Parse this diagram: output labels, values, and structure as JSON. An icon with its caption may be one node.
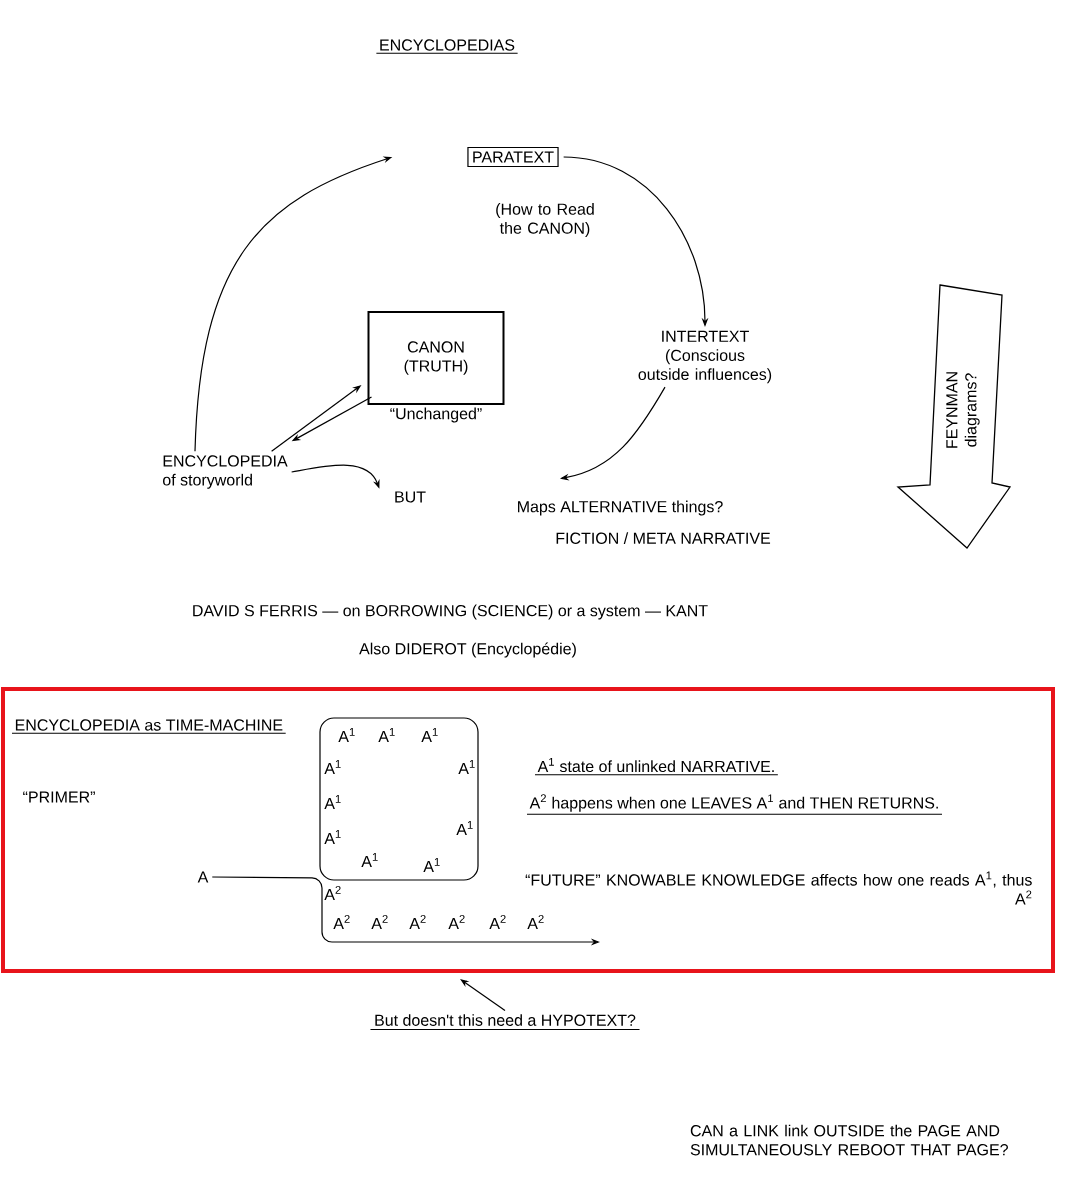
{
  "diagram": {
    "title": "ENCYCLOPEDIAS",
    "nodes": [
      {
        "text": [
          "PARATEXT"
        ],
        "beside": [
          "(How to Read the CANON)"
        ]
      },
      {
        "text": [
          "INTERTEXT",
          "(Conscious outside influences)"
        ]
      },
      {
        "text": [
          "CANON",
          "(TRUTH)"
        ],
        "beside": [
          "“Unchanged”"
        ]
      },
      {
        "text": [
          "ENCYCLOPEDIA",
          "of storyworld"
        ]
      },
      {
        "text": [
          "BUT"
        ]
      },
      {
        "text": [
          "Maps ALTERNATIVE things?"
        ]
      },
      {
        "text": [
          "FEYNMAN",
          "diagrams?"
        ]
      },
      {
        "text": [
          "ENCYCLOPEDIA as TIME-MACHINE"
        ]
      },
      {
        "text": [
          "A"
        ],
        "in": 7
      },
      {
        "text": [
          "A$^{1}$",
          "A$^{1}$",
          "A$^{1}$",
          "A$^{1}$",
          "A$^{1}$",
          "A$^{1}$",
          "A$^{1}$",
          "A$^{1}$",
          "A$^{1}$",
          "A$^{1}$"
        ],
        "in": 7
      },
      {
        "text": [
          "But doesn't this need a HYPOTEXT?"
        ]
      }
    ],
    "edges": [
      {
        "from": 3,
        "to": 0,
        "arrow": "to"
      },
      {
        "from": 0,
        "to": 1,
        "arrow": "to"
      },
      {
        "from": 1,
        "to": 5,
        "arrow": "to"
      },
      {
        "from": 3,
        "to": 2,
        "arrow": "to"
      },
      {
        "from": 2,
        "to": 3,
        "arrow": "to"
      },
      {
        "from": 3,
        "to": 4,
        "arrow": "to"
      },
      {
        "from": 8,
        "to": null,
        "arrow": "to"
      },
      {
        "from": 10,
        "to": 7,
        "arrow": "to"
      }
    ],
    "labels": [
      "FICTION / META NARRATIVE",
      "DAVID S FERRIS — on BORROWING (SCIENCE) or a system — KANT",
      "Also DIDEROT (Encyclopédie)",
      "“PRIMER”",
      "A$^{1}$ state of unlinked NARRATIVE.",
      "A$^{2}$ happens when one LEAVES A$^{1}$ and THEN RETURNS.",
      "“FUTURE” KNOWABLE KNOWLEDGE affects how one reads A$^{1}$, thus A$^{2}$",
      "A$^{2}$",
      "A$^{2}$",
      "A$^{2}$",
      "A$^{2}$",
      "A$^{2}$",
      "A$^{2}$",
      "A$^{2}$",
      "CAN a LINK link OUTSIDE the PAGE AND SIMULTANEOUSLY REBOOT THAT PAGE?"
    ]
  }
}
